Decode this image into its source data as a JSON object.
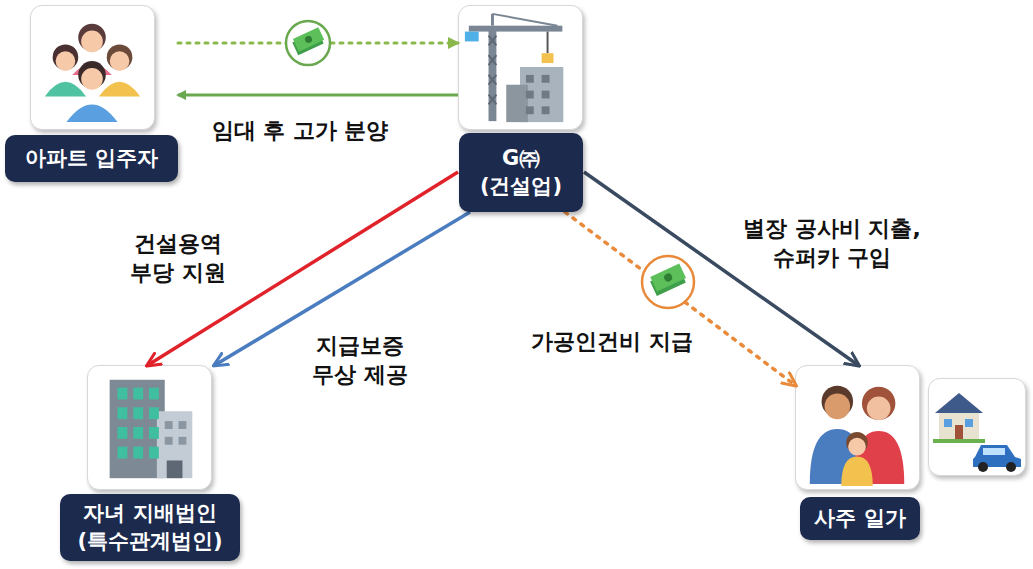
{
  "diagram": {
    "nodes": [
      {
        "text": [
          "아파트 입주자"
        ]
      },
      {
        "text": [
          "G㈜ (건설업)"
        ]
      },
      {
        "text": [
          "자녀 지배법인 (특수관계법인)"
        ]
      },
      {
        "text": [
          "사주 일가"
        ]
      }
    ],
    "edges": [
      {
        "from": 0,
        "to": 1,
        "arrow": "to"
      },
      {
        "from": 1,
        "to": 0,
        "label": "임대 후 고가 분양",
        "arrow": "to"
      },
      {
        "from": 1,
        "to": 2,
        "label": "건설용역 부당 지원",
        "arrow": "to"
      },
      {
        "from": 1,
        "to": 2,
        "label": "지급보증 무상 제공",
        "arrow": "to"
      },
      {
        "from": 1,
        "to": 3,
        "label": "가공인건비 지급",
        "arrow": "to"
      },
      {
        "from": 1,
        "to": 3,
        "label": "별장 공사비 지출, 슈퍼카 구입",
        "arrow": "to"
      }
    ]
  }
}
